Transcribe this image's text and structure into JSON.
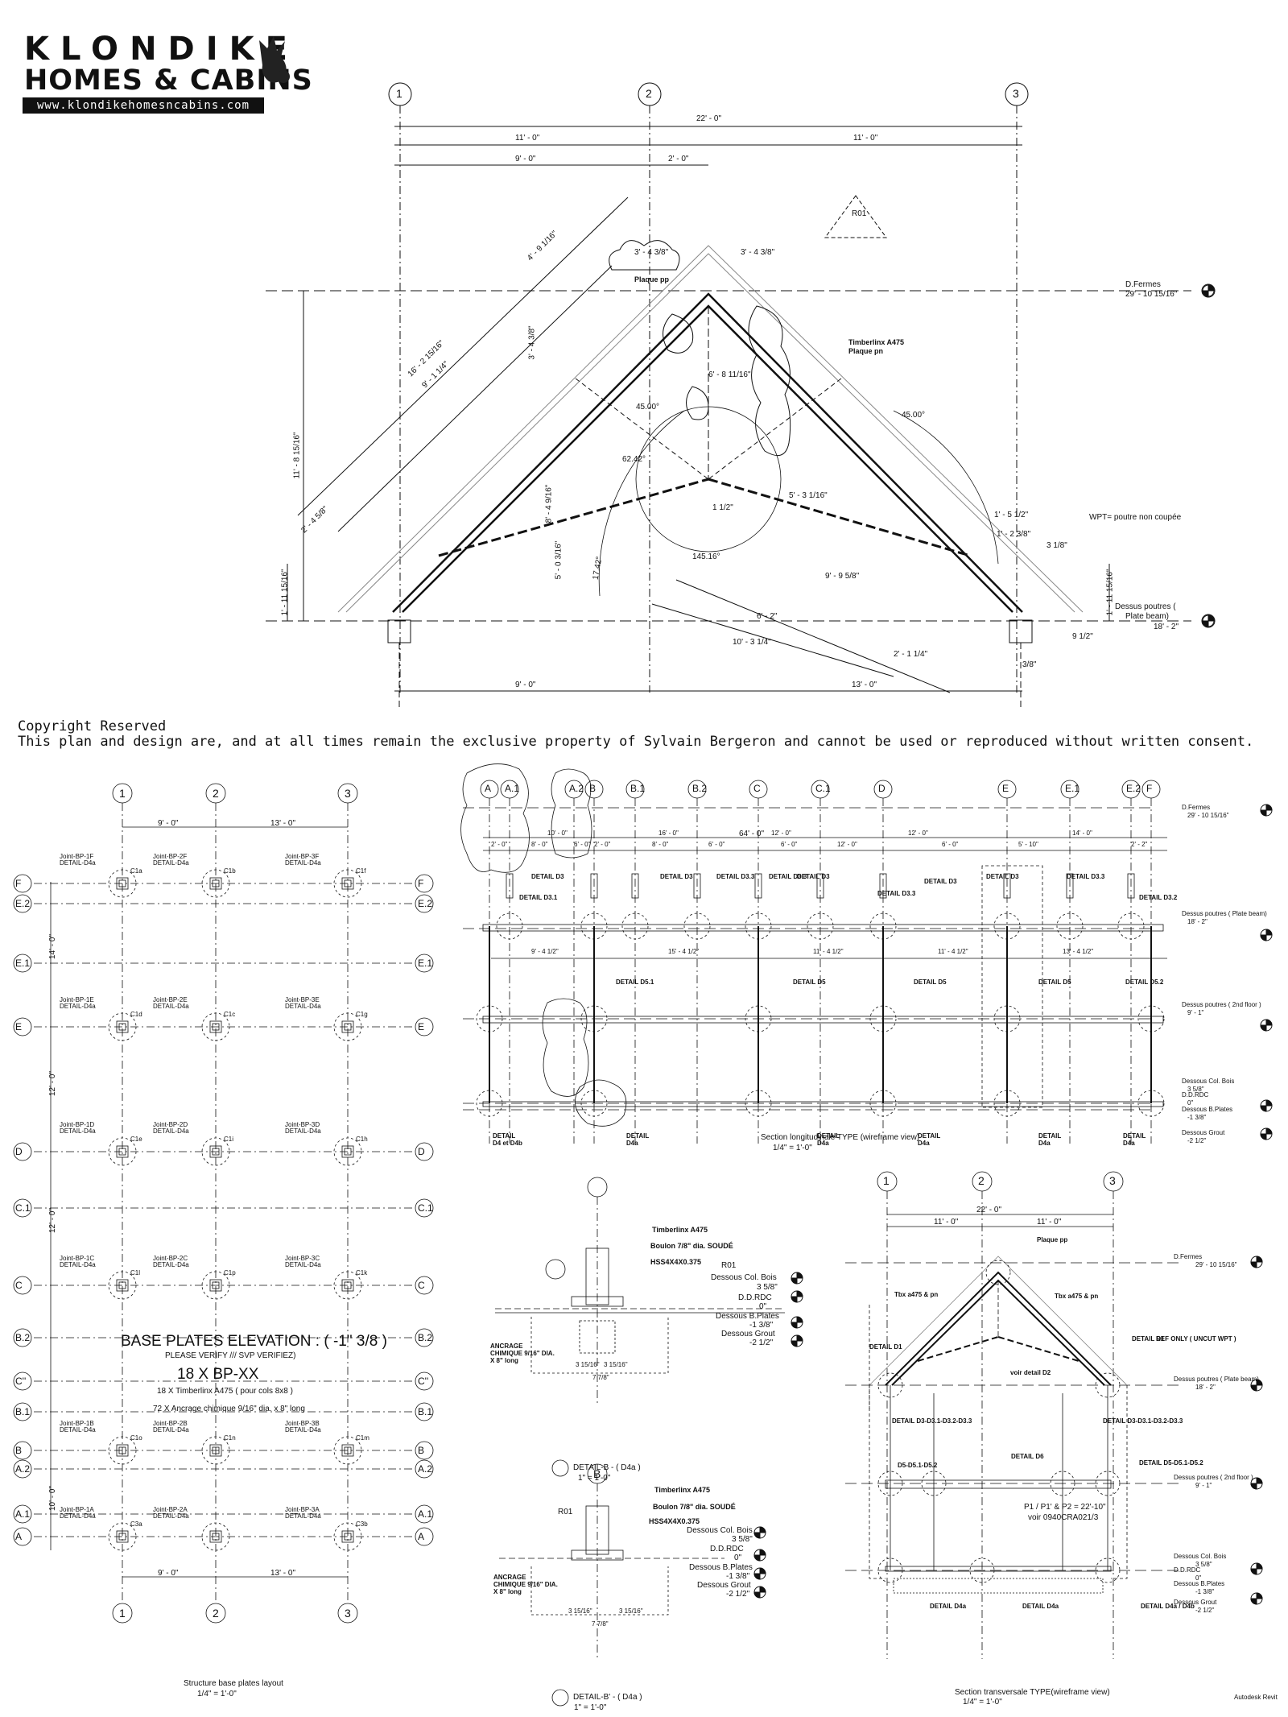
{
  "logo": {
    "line1": "KLONDIKE",
    "line2": "HOMES & CABINS",
    "url": "www.klondikehomesncabins.com"
  },
  "copyright": {
    "title": "Copyright Reserved",
    "text": "This plan and design are, and at all times remain the exclusive property of Sylvain Bergeron and cannot be used or reproduced without written consent."
  },
  "truss": {
    "grid": [
      "1",
      "2",
      "3"
    ],
    "dims": {
      "overall": "22' - 0\"",
      "half_left": "11' - 0\"",
      "half_right": "11' - 0\"",
      "left_9": "9' - 0\"",
      "mid_2": "2' - 0\"",
      "bottom_left": "9' - 0\"",
      "bottom_right": "13' - 0\"",
      "ridge_left": "3' - 4 3/8\"",
      "ridge_right": "3' - 4 3/8\"",
      "rafter_top": "4' - 9 1/16\"",
      "rafter_mid": "16' - 2 15/16\"",
      "rafter_low": "9' - 1 1/4\"",
      "height_total": "11' - 8 15/16\"",
      "height_low": "1' - 11 15/16\"",
      "height_low_right": "1' - 11 15/16\"",
      "collar": "9' - 9 5/8\"",
      "diag1": "6' - 2\"",
      "diag2": "10' - 3 1/4\"",
      "diag3": "2' - 1 1/4\"",
      "right_a": "1' - 5 1/2\"",
      "right_b": "1' - 2 3/8\"",
      "right_c": "3 1/8\"",
      "right_d": "9 1/2\"",
      "right_e": "3/8\"",
      "post_a": "8' - 4 9/16\"",
      "post_b": "5' - 0 3/16\"",
      "post_c": "3' - 4 3/8\"",
      "post_d": "6' - 8 11/16\"",
      "post_e": "5' - 3 1/16\"",
      "slope_a": "17.42°",
      "slope_b": "2' - 4 5/8\"",
      "ang1": "45.00°",
      "ang2": "45.00°",
      "ang3": "145.16°",
      "ang4": "62.42°",
      "ang5": "1 1/2\""
    },
    "labels": {
      "r01": "R01",
      "plaque": "Plaque pp",
      "timberlinx": "Timberlinx A475",
      "plaque_pn": "Plaque pn",
      "d_fermes": "D.Fermes",
      "d_fermes_val": "29' - 10 15/16\"",
      "dessus": "Dessus poutres (",
      "plate_beam": "Plate beam)",
      "dessus_val": "18' - 2\"",
      "wpt": "WPT= poutre non coupée"
    }
  },
  "base_plates": {
    "grid_top": [
      "1",
      "2",
      "3"
    ],
    "grid_rows": [
      "F",
      "E.2",
      "E.1",
      "E",
      "D",
      "C.1",
      "C",
      "B.2",
      "C''",
      "B.1",
      "B",
      "A.2",
      "A.1",
      "A"
    ],
    "dims_top": [
      "9' - 0\"",
      "13' - 0\""
    ],
    "dims_bottom": [
      "9' - 0\"",
      "13' - 0\""
    ],
    "dims_side": [
      "14' - 0\"",
      "12' - 0\"",
      "12' - 0\"",
      "10' - 0\""
    ],
    "joints": [
      {
        "id": "Joint-BP-1F",
        "detail": "DETAIL-D4a",
        "code": "C1a"
      },
      {
        "id": "Joint-BP-2F",
        "detail": "DETAIL-D4a",
        "code": "C1b"
      },
      {
        "id": "Joint-BP-3F",
        "detail": "DETAIL-D4a",
        "code": "C1f"
      },
      {
        "id": "Joint-BP-1E",
        "detail": "DETAIL-D4a",
        "code": "C1d"
      },
      {
        "id": "Joint-BP-2E",
        "detail": "DETAIL-D4a",
        "code": "C1c"
      },
      {
        "id": "Joint-BP-3E",
        "detail": "DETAIL-D4a",
        "code": "C1g"
      },
      {
        "id": "Joint-BP-1D",
        "detail": "DETAIL-D4a",
        "code": "C1e"
      },
      {
        "id": "Joint-BP-2D",
        "detail": "DETAIL-D4a",
        "code": "C1i"
      },
      {
        "id": "Joint-BP-3D",
        "detail": "DETAIL-D4a",
        "code": "C1h"
      },
      {
        "id": "Joint-BP-1C",
        "detail": "DETAIL-D4a",
        "code": "C1l"
      },
      {
        "id": "Joint-BP-2C",
        "detail": "DETAIL-D4a",
        "code": "C1p"
      },
      {
        "id": "Joint-BP-3C",
        "detail": "DETAIL-D4a",
        "code": "C1k"
      },
      {
        "id": "Joint-BP-1B",
        "detail": "DETAIL-D4a",
        "code": "C1o"
      },
      {
        "id": "Joint-BP-2B",
        "detail": "DETAIL-D4a",
        "code": "C1n"
      },
      {
        "id": "Joint-BP-3B",
        "detail": "DETAIL-D4a",
        "code": "C1m"
      },
      {
        "id": "Joint-BP-1A",
        "detail": "DETAIL-D4a",
        "code": "C3a"
      },
      {
        "id": "Joint-BP-2A",
        "detail": "DETAIL-D4a",
        "code": ""
      },
      {
        "id": "Joint-BP-3A",
        "detail": "DETAIL-D4a",
        "code": "C3b"
      }
    ],
    "title": "BASE PLATES ELEVATION : ( -1\" 3/8 )",
    "verify": "PLEASE VERIFY /// SVP VERIFIEZ)",
    "bp": "18 X BP-XX",
    "note1": "18 X Timberlinx A475 ( pour cols 8x8 )",
    "note2": "72 X Ancrage chimique 9/16\" dia. x 8\" long",
    "caption": "Structure base plates layout",
    "scale": "1/4\" = 1'-0\""
  },
  "long_section": {
    "grid": [
      "A",
      "A.1",
      "A.2",
      "B",
      "B.1",
      "B.2",
      "C",
      "C.1",
      "D",
      "E",
      "E.1",
      "E.2",
      "F"
    ],
    "overall": "64' - 0\"",
    "upper_dims": [
      "10' - 0\"",
      "16' - 0\"",
      "12' - 0\"",
      "12' - 0\"",
      "14' - 0\""
    ],
    "lower_dims": [
      "2' - 0\"",
      "8' - 0\"",
      "6' - 0\"",
      "2' - 0\"",
      "8' - 0\"",
      "6' - 0\"",
      "6' - 0\"",
      "12' - 0\"",
      "6' - 0\"",
      "5' - 10\"",
      "2' - 2\""
    ],
    "details": [
      "DETAIL D3",
      "DETAIL D3.1",
      "DETAIL D3",
      "DETAIL D3.3",
      "DETAIL D3.3",
      "DETAIL D3",
      "DETAIL D3.3",
      "DETAIL D3",
      "DETAIL D3",
      "DETAIL D3.3",
      "DETAIL D3.2"
    ],
    "mid_dims": [
      "9' - 4 1/2\"",
      "15' - 4 1/2\"",
      "11' - 4 1/2\"",
      "11' - 4 1/2\"",
      "13' - 4 1/2\""
    ],
    "d5": [
      "DETAIL D5.1",
      "DETAIL D5",
      "DETAIL D5",
      "DETAIL D5",
      "DETAIL D5.2"
    ],
    "levels": [
      {
        "name": "D.Fermes",
        "val": "29' - 10 15/16\""
      },
      {
        "name": "Dessus poutres ( Plate beam)",
        "val": "18' - 2\""
      },
      {
        "name": "Dessus poutres ( 2nd floor )",
        "val": "9' - 1\""
      },
      {
        "name": "Dessous Col. Bois",
        "val": "3 5/8\""
      },
      {
        "name": "D.D.RDC",
        "val": "0\""
      },
      {
        "name": "Dessous B.Plates",
        "val": "-1 3/8\""
      },
      {
        "name": "Dessous Grout",
        "val": "-2 1/2\""
      }
    ],
    "bottom_labels": [
      "DETAIL D4 et D4b",
      "DETAIL D4a",
      "DETAIL D4a",
      "DETAIL D4a",
      "DETAIL D4a",
      "DETAIL D4a"
    ],
    "caption": "Section longitudinale TYPE (wireframe view)",
    "scale": "1/4\" = 1'-0\""
  },
  "detail_b": {
    "labels": [
      "Timberlinx A475",
      "Boulon 7/8\" dia. SOUDÉ",
      "HSS4X4X0.375"
    ],
    "anchor": "ANCRAGE CHIMIQUE 9/16\" DIA. X 8\" long",
    "r01": "R01",
    "levels": [
      "Dessous Col. Bois",
      "3 5/8\"",
      "D.D.RDC",
      "0\"",
      "Dessous B.Plates",
      "-1 3/8\"",
      "Dessous Grout",
      "-2 1/2\""
    ],
    "dims": [
      "3 15/16\"",
      "3 15/16\"",
      "7 7/8\""
    ],
    "caption": "DETAIL-B - ( D4a )",
    "scale": "1\" = 1'-0\""
  },
  "detail_b2": {
    "grid": "B",
    "labels": [
      "Timberlinx A475",
      "Boulon 7/8\" dia. SOUDÉ",
      "HSS4X4X0.375"
    ],
    "anchor": "ANCRAGE CHIMIQUE 9/16\" DIA. X 8\" long",
    "r01": "R01",
    "levels": [
      "Dessous Col. Bois",
      "3 5/8\"",
      "D.D.RDC",
      "0\"",
      "Dessous B.Plates",
      "-1 3/8\"",
      "Dessous Grout",
      "-2 1/2\""
    ],
    "dims": [
      "3 15/16\"",
      "3 15/16\"",
      "7 7/8\""
    ],
    "caption": "DETAIL-B' - ( D4a )",
    "scale": "1\" = 1'-0\""
  },
  "trans_section": {
    "grid": [
      "1",
      "2",
      "3"
    ],
    "overall": "22' - 0\"",
    "halves": [
      "11' - 0\"",
      "11' - 0\""
    ],
    "labels": [
      "Plaque pp",
      "Tbx a475 & pn",
      "Tbx a475 & pn",
      "DETAIL D1",
      "DETAIL D1",
      "REF ONLY ( UNCUT WPT )",
      "voir detail D2",
      "DETAIL D3-D3.1-D3.2-D3.3",
      "DETAIL D3-D3.1-D3.2-D3.3",
      "DETAIL D6",
      "D5-D5.1-D5.2",
      "DETAIL D5-D5.1-D5.2",
      "DETAIL D4a",
      "DETAIL D4a",
      "DETAIL D4a / D4b"
    ],
    "note": "P1 / P1' & P2 = 22'-10\"",
    "note2": "voir 0940CRA021/3",
    "levels": [
      {
        "name": "D.Fermes",
        "val": "29' - 10 15/16\""
      },
      {
        "name": "Dessus poutres ( Plate beam)",
        "val": "18' - 2\""
      },
      {
        "name": "Dessus poutres ( 2nd floor )",
        "val": "9' - 1\""
      },
      {
        "name": "Dessous Col. Bois",
        "val": "3 5/8\""
      },
      {
        "name": "D.D.RDC",
        "val": "0\""
      },
      {
        "name": "Dessous B.Plates",
        "val": "-1 3/8\""
      },
      {
        "name": "Dessous Grout",
        "val": "-2 1/2\""
      }
    ],
    "caption": "Section transversale TYPE(wireframe view)",
    "scale": "1/4\" = 1'-0\""
  },
  "footer": {
    "software": "Autodesk Revit"
  }
}
